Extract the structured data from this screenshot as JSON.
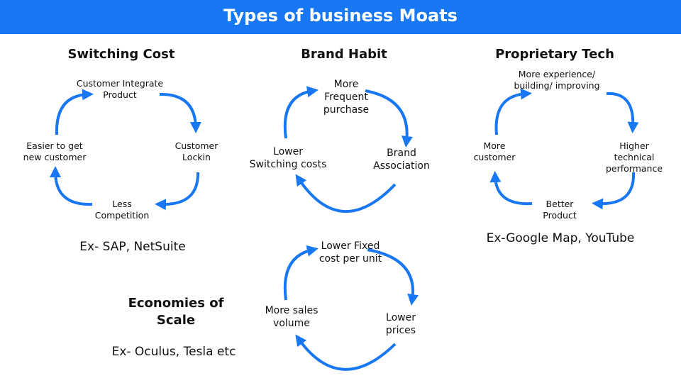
{
  "header": {
    "title": "Types of business Moats"
  },
  "accent_color": "#1877f2",
  "switching_cost": {
    "title": "Switching Cost",
    "nodes": [
      "Customer  Integrate\nProduct",
      "Customer\nLockin",
      "Less\nCompetition",
      "Easier to get\nnew customer"
    ],
    "example": "Ex- SAP, NetSuite"
  },
  "brand_habit": {
    "title": "Brand Habit",
    "nodes": [
      "More\nFrequent\npurchase",
      "Brand\nAssociation",
      "Lower\nSwitching costs"
    ]
  },
  "proprietary_tech": {
    "title": "Proprietary Tech",
    "nodes": [
      "More experience/\nbuilding/ improving",
      "Higher technical\nperformance",
      "Better\nProduct",
      "More\ncustomer"
    ],
    "example": "Ex-Google Map, YouTube"
  },
  "economies_of_scale": {
    "title": "Economies of\nScale",
    "nodes": [
      "Lower Fixed\ncost per unit",
      "Lower\nprices",
      "More sales\nvolume"
    ],
    "example": "Ex- Oculus, Tesla etc"
  }
}
